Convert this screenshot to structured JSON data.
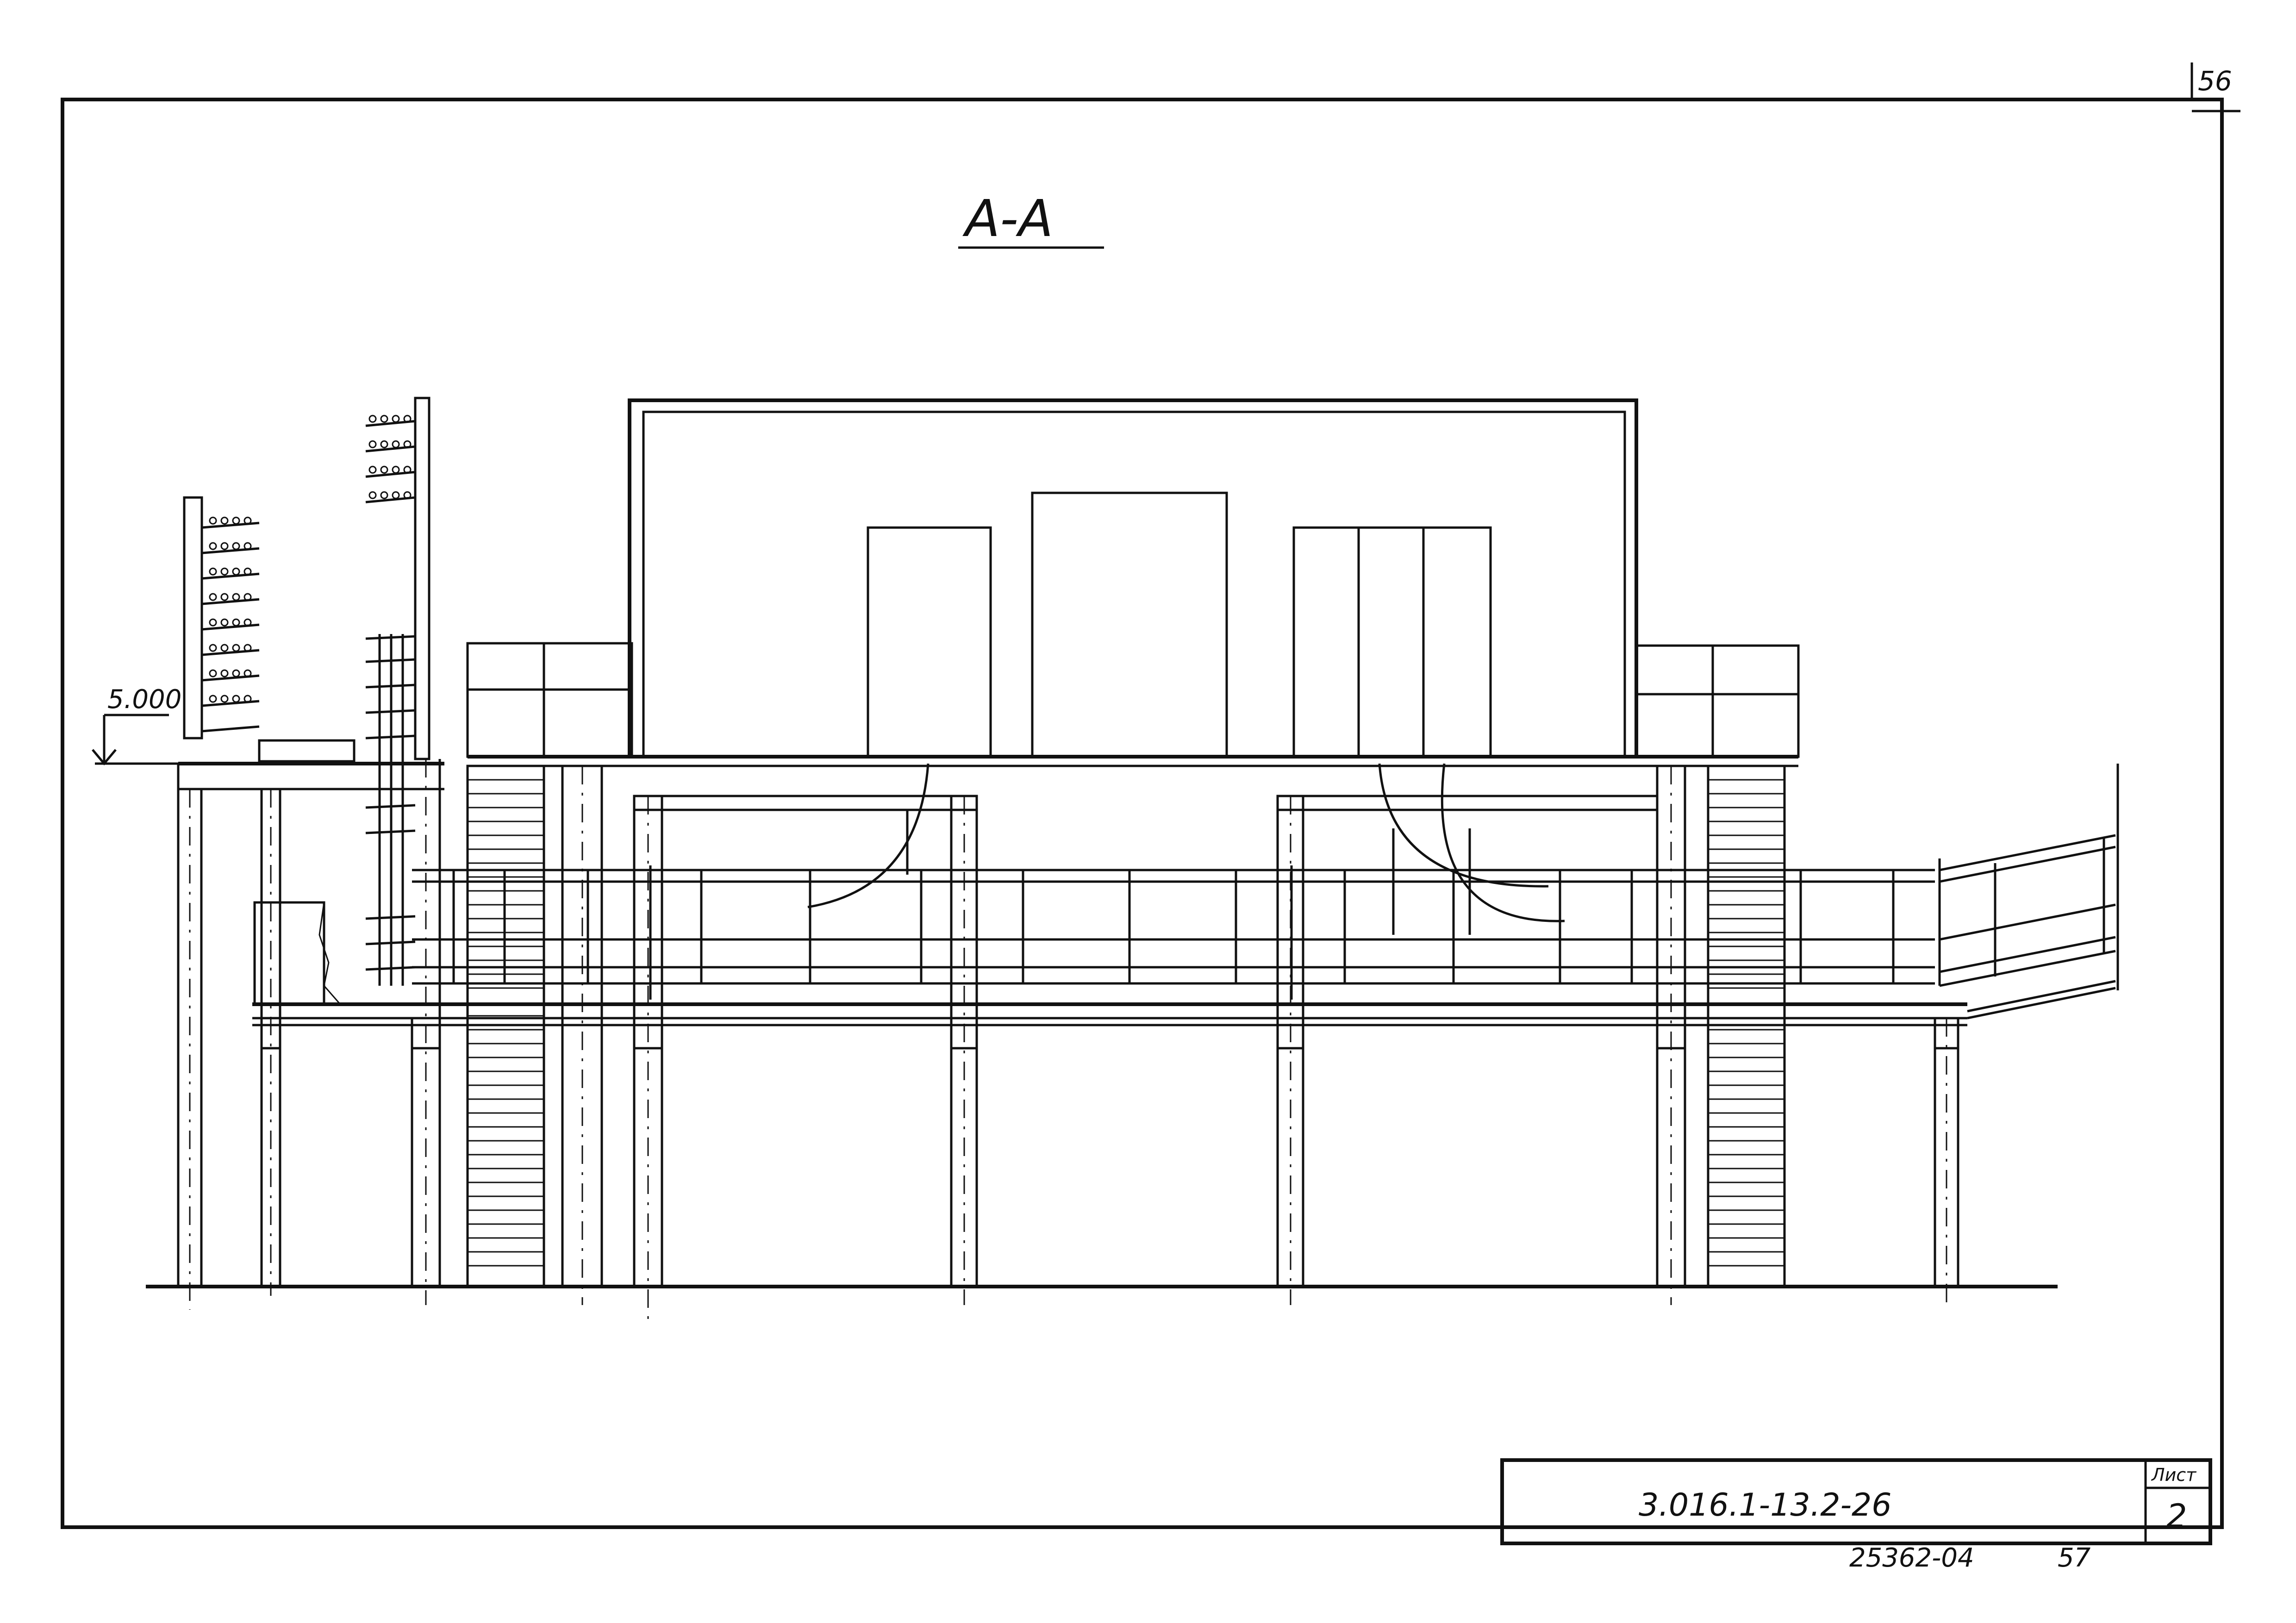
{
  "sheet_number": "56",
  "section_title": "А-А",
  "elevation_mark": "5.000",
  "title_block": {
    "document_code": "3.016.1-13.2-26",
    "sheet_label": "Лист",
    "sheet_value": "2"
  },
  "archive_number": "25362-04",
  "archive_page": "57"
}
